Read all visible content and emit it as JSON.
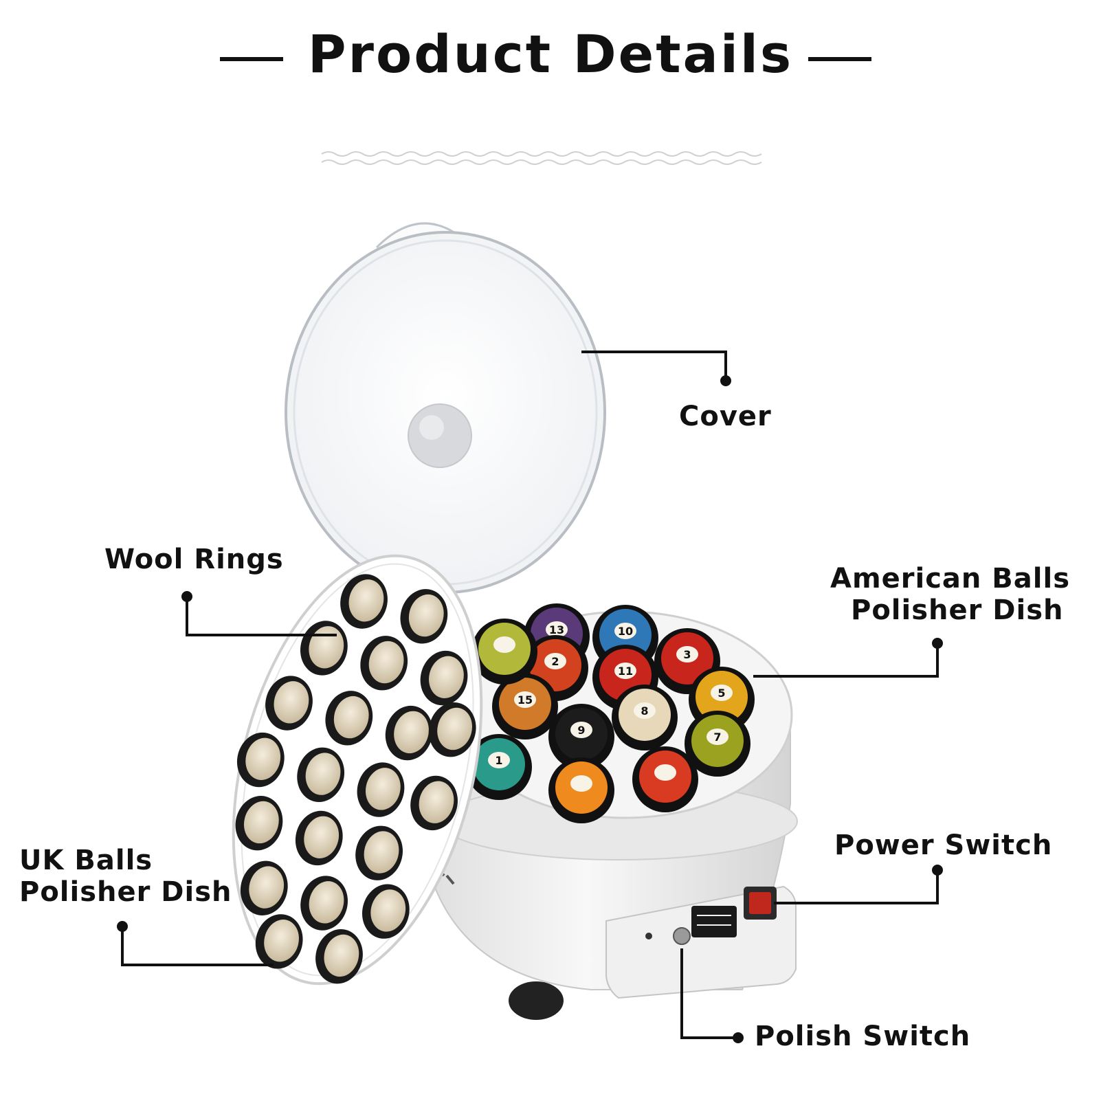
{
  "header": {
    "title": "Product Details"
  },
  "callouts": {
    "cover": "Cover",
    "wool_rings": "Wool Rings",
    "american_dish_line1": "American Balls",
    "american_dish_line2": "Polisher Dish",
    "power_switch": "Power Switch",
    "uk_dish_line1": "UK Balls",
    "uk_dish_line2": "Polisher Dish",
    "polish_switch": "Polish Switch"
  },
  "colors": {
    "text": "#111111",
    "background": "#ffffff",
    "machine_body": "#eeeeee",
    "switch_red": "#c0271d"
  },
  "balls": [
    "13",
    "10",
    "3",
    "11",
    "2",
    "15",
    "8",
    "5",
    "9",
    "7",
    "1"
  ]
}
